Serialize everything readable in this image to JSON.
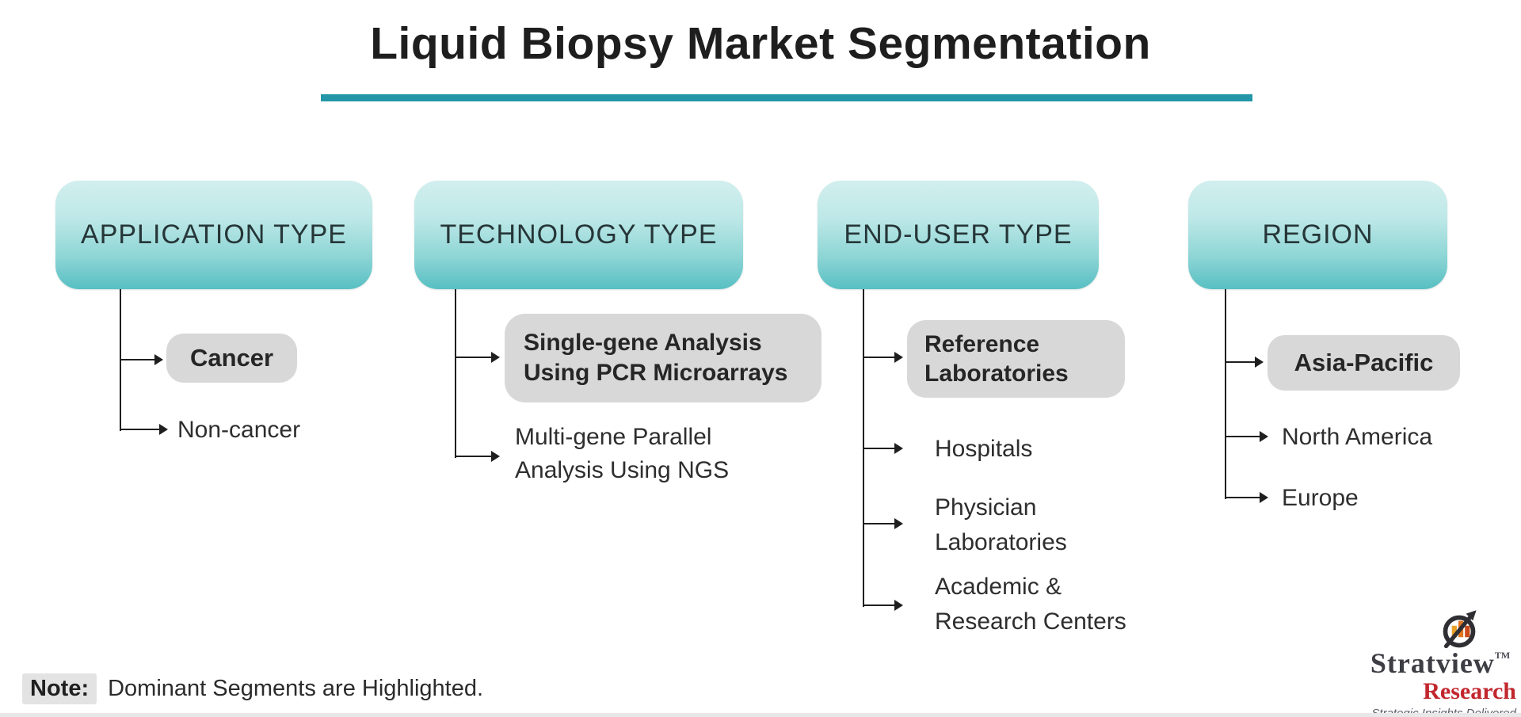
{
  "title": "Liquid Biopsy Market Segmentation",
  "columns": [
    {
      "header": "APPLICATION TYPE",
      "items": [
        {
          "label": "Cancer",
          "highlighted": true
        },
        {
          "label": "Non-cancer",
          "highlighted": false
        }
      ]
    },
    {
      "header": "TECHNOLOGY TYPE",
      "items": [
        {
          "label": "Single-gene Analysis Using PCR Microarrays",
          "highlighted": true
        },
        {
          "label": "Multi-gene Parallel Analysis Using NGS",
          "highlighted": false
        }
      ]
    },
    {
      "header": "END-USER TYPE",
      "items": [
        {
          "label": "Reference Laboratories",
          "highlighted": true
        },
        {
          "label": "Hospitals",
          "highlighted": false
        },
        {
          "label": "Physician Laboratories",
          "highlighted": false
        },
        {
          "label": "Academic & Research Centers",
          "highlighted": false
        }
      ]
    },
    {
      "header": "REGION",
      "items": [
        {
          "label": "Asia-Pacific",
          "highlighted": true
        },
        {
          "label": "North America",
          "highlighted": false
        },
        {
          "label": "Europe",
          "highlighted": false
        }
      ]
    }
  ],
  "note": {
    "label": "Note:",
    "text": "Dominant Segments are Highlighted."
  },
  "logo": {
    "name": "Stratview",
    "tm": "TM",
    "research": "Research",
    "tagline": "Strategic Insights Delivered"
  },
  "colors": {
    "accent_teal": "#2397a7",
    "header_gradient_top": "#d2efee",
    "header_gradient_bottom": "#57bfc2",
    "highlight_pill": "#d8d8d8",
    "connector": "#1f1f1f",
    "logo_red": "#c1272d"
  }
}
